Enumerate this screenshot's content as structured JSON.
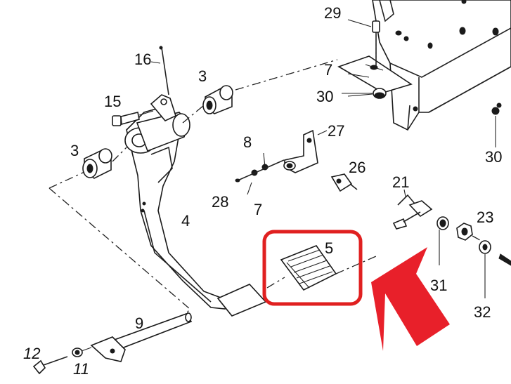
{
  "callouts": {
    "c29": "29",
    "c16": "16",
    "c3a": "3",
    "c15": "15",
    "c7a": "7",
    "c30a": "30",
    "c3b": "3",
    "c8": "8",
    "c27": "27",
    "c30b": "30",
    "c26": "26",
    "c28": "28",
    "c7b": "7",
    "c21": "21",
    "c4": "4",
    "c23": "23",
    "c5": "5",
    "c31": "31",
    "c32": "32",
    "c9": "9",
    "c12": "12",
    "c11": "11"
  },
  "highlight": {
    "box_color": "#e02020",
    "arrow_color": "#e8202a"
  }
}
